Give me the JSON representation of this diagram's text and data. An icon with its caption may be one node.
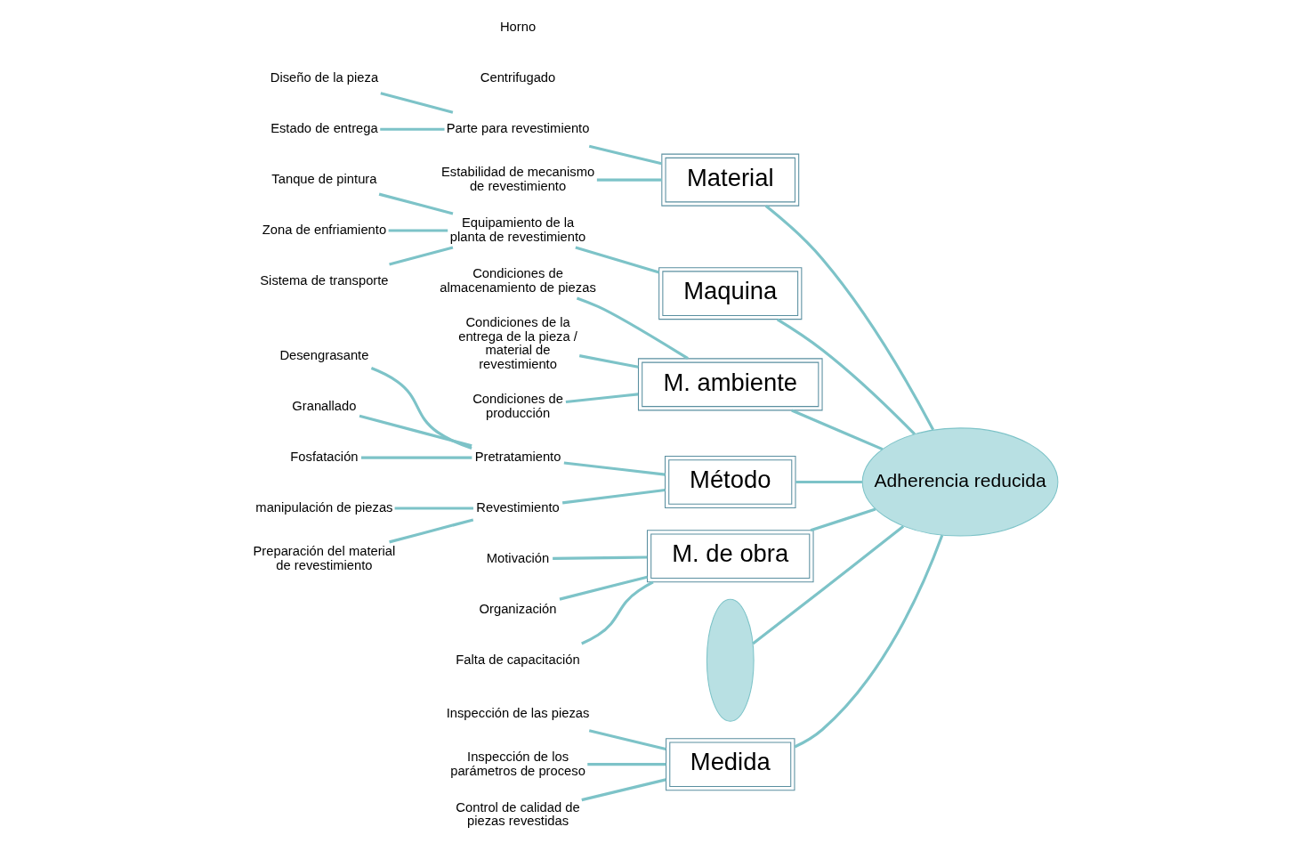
{
  "diagram": {
    "nodes": [
      {
        "text": [
          "Medida"
        ]
      },
      {
        "text": [
          "Material"
        ]
      },
      {
        "text": [
          "Maquina"
        ]
      },
      {
        "text": [
          "M. ambiente"
        ]
      },
      {
        "text": [
          "Método"
        ]
      },
      {
        "text": [
          "M. de obra"
        ]
      },
      {
        "text": [
          "Adherencia reducida"
        ]
      },
      {
        "text": [],
        "shape": "crescent"
      },
      {
        "text": [
          "Inspección de las piezas"
        ]
      },
      {
        "text": [
          "Inspección de los parámetros de proceso"
        ]
      },
      {
        "text": [
          "Control de calidad de piezas revestidas"
        ]
      },
      {
        "text": [
          "Diseño de la pieza"
        ]
      },
      {
        "text": [
          "Parte para revestimiento"
        ]
      },
      {
        "text": [
          "Estado de entrega"
        ]
      },
      {
        "text": [
          "Estabilidad de mecanismo de revestimiento"
        ]
      },
      {
        "text": [
          "Tanque de pintura"
        ]
      },
      {
        "text": [
          "Zona de enfriamiento"
        ]
      },
      {
        "text": [
          "Equipamiento de la planta de revestimiento"
        ]
      },
      {
        "text": [
          "Sistema de transporte"
        ]
      },
      {
        "text": [
          "Condiciones de almacenamiento de piezas"
        ]
      },
      {
        "text": [
          "Condiciones de la entrega de la pieza / material de revestimiento"
        ]
      },
      {
        "text": [
          "Condiciones de producción"
        ]
      },
      {
        "text": [
          "Desengrasante"
        ]
      },
      {
        "text": [
          "Pretratamiento"
        ]
      },
      {
        "text": [
          "Granallado"
        ]
      },
      {
        "text": [
          "Fosfatación"
        ]
      },
      {
        "text": [
          "manipulación de piezas"
        ]
      },
      {
        "text": [
          "Revestimiento"
        ]
      },
      {
        "text": [
          "Preparación del material de revestimiento"
        ]
      },
      {
        "text": [
          "Motivación"
        ]
      },
      {
        "text": [
          "Organización"
        ]
      },
      {
        "text": [
          "Falta de capacitación"
        ]
      }
    ],
    "edges": [
      {
        "from": 7,
        "to": 6,
        "arrow": "none"
      },
      {
        "from": 0,
        "to": 6,
        "arrow": "none"
      },
      {
        "from": 1,
        "to": 6,
        "arrow": "none"
      },
      {
        "from": 2,
        "to": 6,
        "arrow": "none"
      },
      {
        "from": 3,
        "to": 6,
        "arrow": "none"
      },
      {
        "from": 4,
        "to": 6,
        "arrow": "none"
      },
      {
        "from": 5,
        "to": 6,
        "arrow": "none"
      },
      {
        "from": 8,
        "to": 0,
        "arrow": "none"
      },
      {
        "from": 9,
        "to": 0,
        "arrow": "none"
      },
      {
        "from": 10,
        "to": 0,
        "arrow": "none"
      },
      {
        "from": 11,
        "to": 12,
        "arrow": "none"
      },
      {
        "from": 13,
        "to": 12,
        "arrow": "none"
      },
      {
        "from": 12,
        "to": 1,
        "arrow": "none"
      },
      {
        "from": 14,
        "to": 1,
        "arrow": "none"
      },
      {
        "from": 15,
        "to": 17,
        "arrow": "none"
      },
      {
        "from": 16,
        "to": 17,
        "arrow": "none"
      },
      {
        "from": 18,
        "to": 17,
        "arrow": "none"
      },
      {
        "from": 17,
        "to": 2,
        "arrow": "none"
      },
      {
        "from": 19,
        "to": 3,
        "arrow": "none"
      },
      {
        "from": 20,
        "to": 3,
        "arrow": "none"
      },
      {
        "from": 21,
        "to": 3,
        "arrow": "none"
      },
      {
        "from": 22,
        "to": 23,
        "arrow": "none"
      },
      {
        "from": 24,
        "to": 23,
        "arrow": "none"
      },
      {
        "from": 25,
        "to": 23,
        "arrow": "none"
      },
      {
        "from": 23,
        "to": 4,
        "arrow": "none"
      },
      {
        "from": 26,
        "to": 27,
        "arrow": "none"
      },
      {
        "from": 28,
        "to": 27,
        "arrow": "none"
      },
      {
        "from": 27,
        "to": 4,
        "arrow": "none"
      },
      {
        "from": 29,
        "to": 5,
        "arrow": "none"
      },
      {
        "from": 30,
        "to": 5,
        "arrow": "none"
      },
      {
        "from": 31,
        "to": 5,
        "arrow": "none"
      }
    ],
    "labels": [
      "Centrifugado",
      "Horno"
    ]
  }
}
